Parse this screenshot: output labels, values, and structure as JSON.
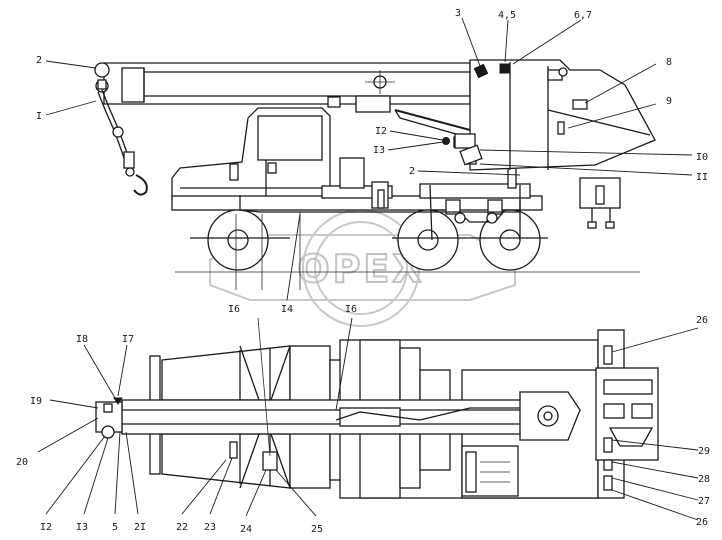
{
  "watermark": {
    "text": "OPEX"
  },
  "labels": {
    "l1": "I",
    "l2": "2",
    "l3": "3",
    "l45": "4,5",
    "l67": "6,7",
    "l8": "8",
    "l9": "9",
    "l10": "I0",
    "l11": "II",
    "l12": "I2",
    "l13": "I3",
    "l2b": "2",
    "l14": "I4",
    "l16a": "I6",
    "l16b": "I6",
    "l17": "I7",
    "l18": "I8",
    "l19": "I9",
    "l20": "20",
    "l12b": "I2",
    "l13b": "I3",
    "l5b": "5",
    "l21": "2I",
    "l22": "22",
    "l23": "23",
    "l24": "24",
    "l25": "25",
    "l26a": "26",
    "l26b": "26",
    "l27": "27",
    "l28": "28",
    "l29": "29"
  }
}
